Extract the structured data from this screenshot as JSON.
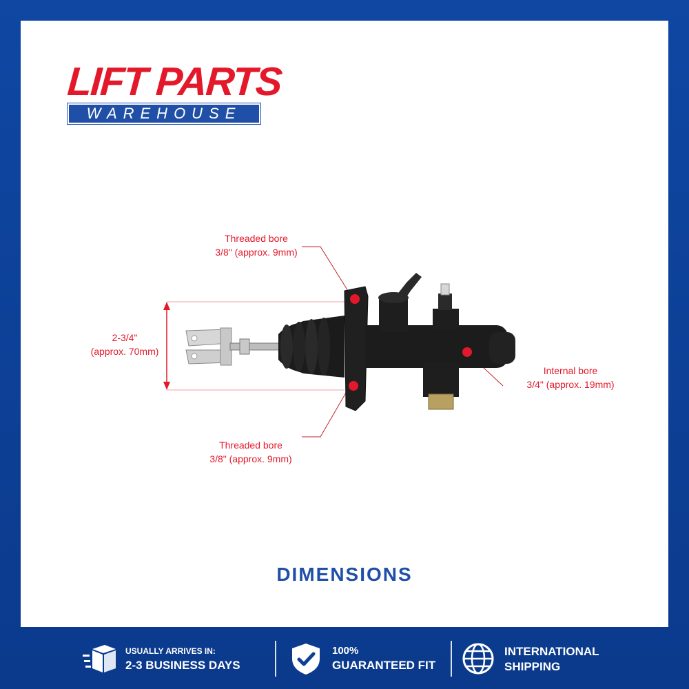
{
  "logo": {
    "line1": "LIFT PARTS",
    "line2": "WAREHOUSE"
  },
  "callouts": {
    "top_bore": {
      "title": "Threaded bore",
      "size": "3/8\" (approx. 9mm)"
    },
    "bottom_bore": {
      "title": "Threaded bore",
      "size": "3/8\" (approx. 9mm)"
    },
    "internal_bore": {
      "title": "Internal bore",
      "size": "3/4\" (approx. 19mm)"
    },
    "height": {
      "value": "2-3/4\"",
      "metric": "(approx. 70mm)"
    }
  },
  "heading": "DIMENSIONS",
  "footer": {
    "delivery": {
      "line1": "USUALLY ARRIVES IN:",
      "line2": "2-3 BUSINESS DAYS",
      "icon": "delivery-box-icon"
    },
    "guarantee": {
      "line1": "100%",
      "line2": "GUARANTEED FIT",
      "icon": "shield-check-icon"
    },
    "shipping": {
      "line1": "INTERNATIONAL",
      "line2": "SHIPPING",
      "icon": "globe-icon"
    }
  },
  "colors": {
    "brand_red": "#e3192b",
    "brand_blue": "#1f4fa6",
    "frame_blue": "#0d3f95",
    "marker_red": "#e3192b"
  }
}
